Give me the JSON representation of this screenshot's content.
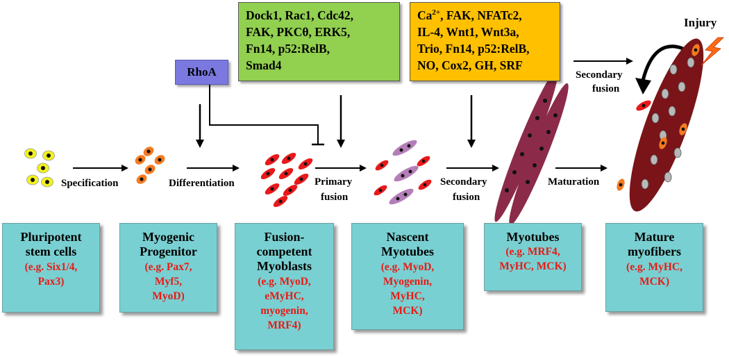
{
  "regulators": {
    "rhoa": "RhoA",
    "green": [
      "Dock1, Rac1, Cdc42,",
      "FAK, PKCθ, ERK5,",
      "Fn14, p52:RelB,",
      "Smad4"
    ],
    "orange_line1_pre": "Ca",
    "orange_line1_sup": "2+",
    "orange_line1_post": ", FAK, NFATc2,",
    "orange_rest": [
      "IL-4, Wnt1, Wnt3a,",
      "Trio, Fn14, p52:RelB,",
      "NO, Cox2, GH, SRF"
    ]
  },
  "processes": {
    "specification": "Specification",
    "differentiation": "Differentiation",
    "primary_fusion": [
      "Primary",
      "fusion"
    ],
    "secondary_fusion_1": [
      "Secondary",
      "fusion"
    ],
    "maturation": "Maturation",
    "secondary_fusion_2": [
      "Secondary",
      "fusion"
    ],
    "injury": "Injury"
  },
  "stages": [
    {
      "name": [
        "Pluripotent",
        "stem cells"
      ],
      "examples": [
        "(e.g. Six1/4,",
        "Pax3)"
      ]
    },
    {
      "name": [
        "Myogenic",
        "Progenitor"
      ],
      "examples": [
        "(e.g. Pax7,",
        "Myf5,",
        "MyoD)"
      ]
    },
    {
      "name": [
        "Fusion-",
        "competent",
        "Myoblasts"
      ],
      "examples": [
        "(e.g. MyoD,",
        "eMyHC,",
        "myogenin,",
        "MRF4)"
      ]
    },
    {
      "name": [
        "Nascent",
        "Myotubes"
      ],
      "examples": [
        "(e.g. MyoD,",
        "Myogenin,",
        "MyHC,",
        "MCK)"
      ]
    },
    {
      "name": [
        "Myotubes"
      ],
      "examples": [
        "(e.g. MRF4,",
        "MyHC, MCK)"
      ]
    },
    {
      "name": [
        "Mature",
        "myofibers"
      ],
      "examples": [
        "(e.g. MyHC,",
        "MCK)"
      ]
    }
  ],
  "colors": {
    "stem_cell": "#f2f21e",
    "progenitor": "#f47a20",
    "myoblast": "#e8191b",
    "nascent": "#b47fb8",
    "myotube": "#8c2a4a",
    "myofiber": "#7a1418",
    "rhoa_box": "#7b79e0",
    "green_box": "#92d050",
    "orange_box": "#ffc000",
    "stage_box": "#79d0d2",
    "example_text": "#e81a14"
  }
}
